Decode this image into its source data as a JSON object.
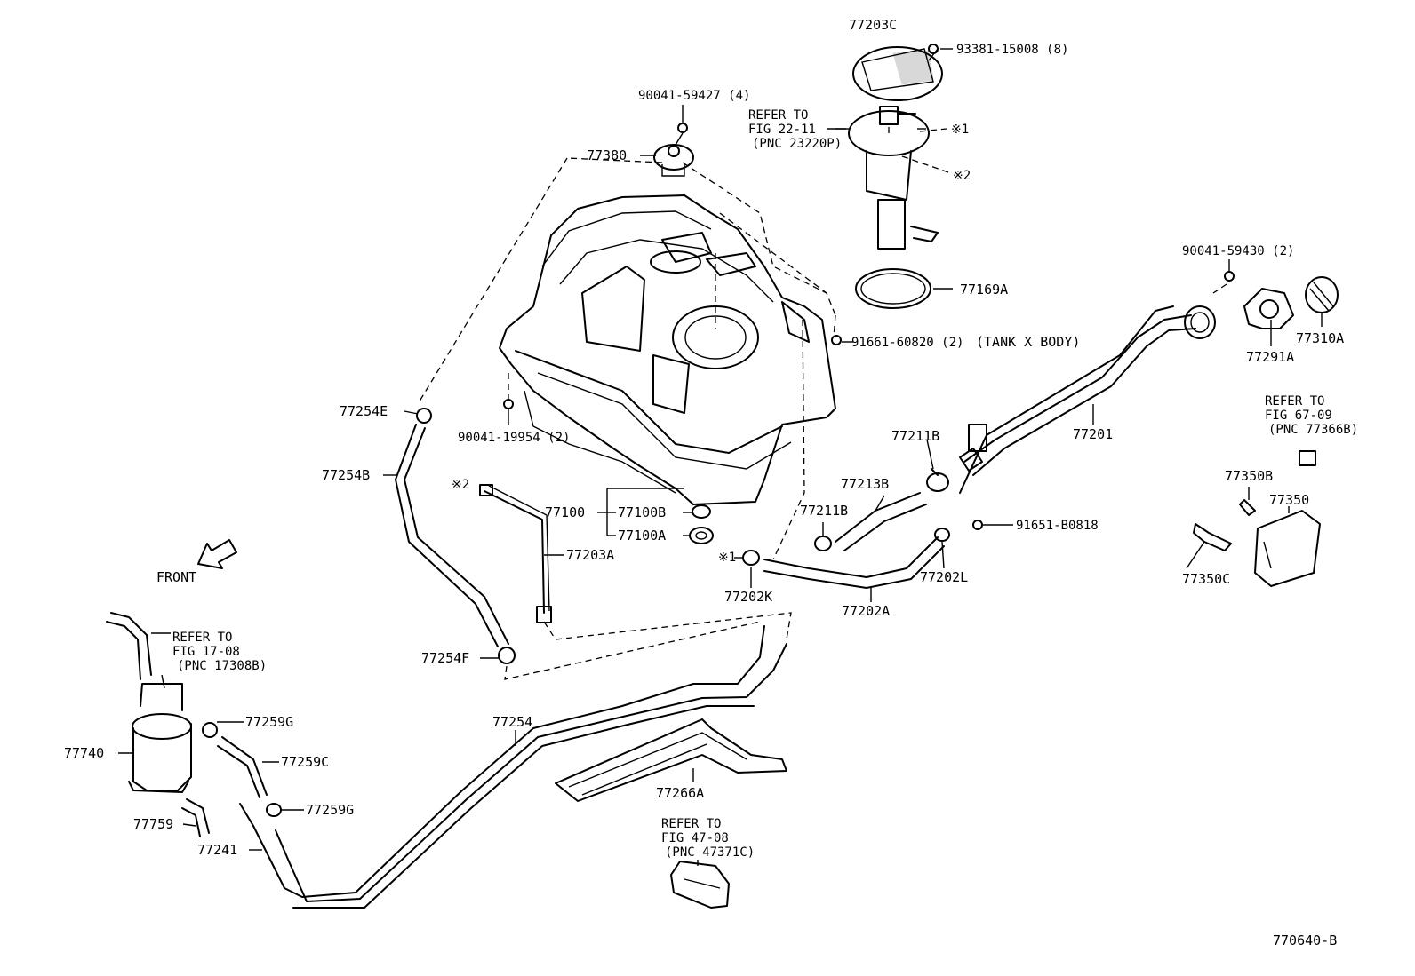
{
  "diagram_id": "770640-B",
  "labels": {
    "l_77203C": "77203C",
    "l_93381": "93381-15008 (8)",
    "l_90041_59427": "90041-59427 (4)",
    "l_ref_22_1": "REFER TO",
    "l_ref_22_2": "FIG 22-11",
    "l_ref_22_3": "(PNC 23220P)",
    "l_note1_top": "※1",
    "l_note2_top": "※2",
    "l_77380": "77380",
    "l_90041_59430": "90041-59430 (2)",
    "l_77169A": "77169A",
    "l_91661": "91661-60820 (2)",
    "l_tank_body": "(TANK X BODY)",
    "l_77310A": "77310A",
    "l_77291A": "77291A",
    "l_77254E": "77254E",
    "l_90041_19954": "90041-19954 (2)",
    "l_77201": "77201",
    "l_77211B_top": "77211B",
    "l_ref_67_1": "REFER TO",
    "l_ref_67_2": "FIG 67-09",
    "l_ref_67_3": "(PNC 77366B)",
    "l_77254B": "77254B",
    "l_note2_mid": "※2",
    "l_77213B": "77213B",
    "l_77350B": "77350B",
    "l_77350": "77350",
    "l_77100": "77100",
    "l_77100B": "77100B",
    "l_77211B_low": "77211B",
    "l_91651": "91651-B0818",
    "l_77100A": "77100A",
    "l_77203A": "77203A",
    "l_note1_mid": "※1",
    "l_77202L": "77202L",
    "l_77350C": "77350C",
    "l_front": "FRONT",
    "l_77202K": "77202K",
    "l_77202A": "77202A",
    "l_ref_17_1": "REFER TO",
    "l_ref_17_2": "FIG 17-08",
    "l_ref_17_3": "(PNC 17308B)",
    "l_77254F": "77254F",
    "l_77259G_top": "77259G",
    "l_77254": "77254",
    "l_77740": "77740",
    "l_77259C": "77259C",
    "l_77266A": "77266A",
    "l_77259G_low": "77259G",
    "l_77759": "77759",
    "l_ref_47_1": "REFER TO",
    "l_ref_47_2": "FIG 47-08",
    "l_ref_47_3": "(PNC 47371C)",
    "l_77241": "77241",
    "l_code": "770640-B"
  }
}
